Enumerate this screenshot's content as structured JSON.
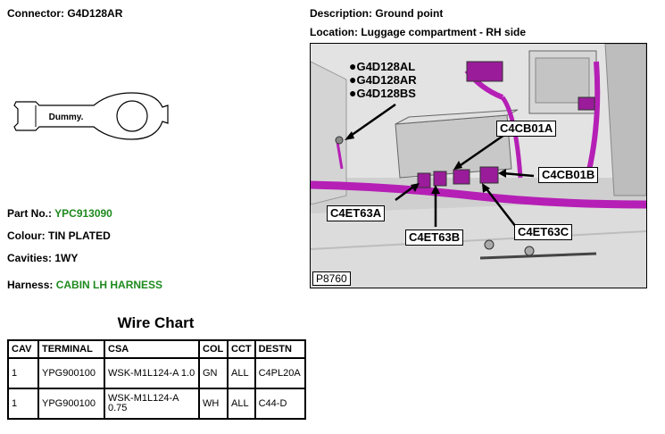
{
  "connector": {
    "label": "Connector:",
    "value": "G4D128AR"
  },
  "description": {
    "label": "Description:",
    "value": "Ground point"
  },
  "location": {
    "label": "Location:",
    "value": "Luggage compartment - RH side"
  },
  "dummy_label": "Dummy.",
  "part_no": {
    "label": "Part No.:",
    "value": "YPC913090"
  },
  "colour": {
    "label": "Colour:",
    "value": "TIN PLATED"
  },
  "cavities": {
    "label": "Cavities:",
    "value": "1WY"
  },
  "harness": {
    "label": "Harness:",
    "value": "CABIN LH HARNESS"
  },
  "photo": {
    "code": "P8760",
    "callouts": {
      "g4d128al": "G4D128AL",
      "g4d128ar": "G4D128AR",
      "g4d128bs": "G4D128BS",
      "c4cb01a": "C4CB01A",
      "c4cb01b": "C4CB01B",
      "c4et63a": "C4ET63A",
      "c4et63b": "C4ET63B",
      "c4et63c": "C4ET63C"
    }
  },
  "wire_chart": {
    "title": "Wire Chart",
    "headers": [
      "CAV",
      "TERMINAL",
      "CSA",
      "COL",
      "CCT",
      "DESTN"
    ],
    "rows": [
      [
        "1",
        "YPG900100",
        "WSK-M1L124-A 1.0",
        "GN",
        "ALL",
        "C4PL20A"
      ],
      [
        "1",
        "YPG900100",
        "WSK-M1L124-A 0.75",
        "WH",
        "ALL",
        "C44-D"
      ]
    ]
  },
  "colors": {
    "highlight_green": "#1e8a1e",
    "harness_magenta": "#b51fb5"
  }
}
